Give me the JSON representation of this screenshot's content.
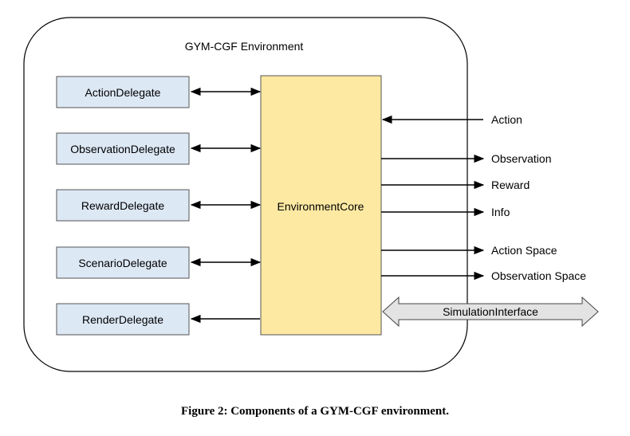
{
  "environment": {
    "title": "GYM-CGF Environment"
  },
  "delegates": [
    {
      "label": "ActionDelegate",
      "direction": "both"
    },
    {
      "label": "ObservationDelegate",
      "direction": "both"
    },
    {
      "label": "RewardDelegate",
      "direction": "both"
    },
    {
      "label": "ScenarioDelegate",
      "direction": "both"
    },
    {
      "label": "RenderDelegate",
      "direction": "to-delegate"
    }
  ],
  "core": {
    "label": "EnvironmentCore"
  },
  "inputs": [
    {
      "label": "Action"
    }
  ],
  "outputs": [
    {
      "label": "Observation"
    },
    {
      "label": "Reward"
    },
    {
      "label": "Info"
    },
    {
      "label": "Action Space"
    },
    {
      "label": "Observation Space"
    }
  ],
  "interface": {
    "label": "SimulationInterface"
  },
  "caption": "Figure 2: Components of a GYM-CGF environment.",
  "colors": {
    "delegate_fill": "#dde8f5",
    "core_fill": "#fde9a2",
    "interface_fill": "#e3e3e3",
    "stroke": "#000000"
  }
}
